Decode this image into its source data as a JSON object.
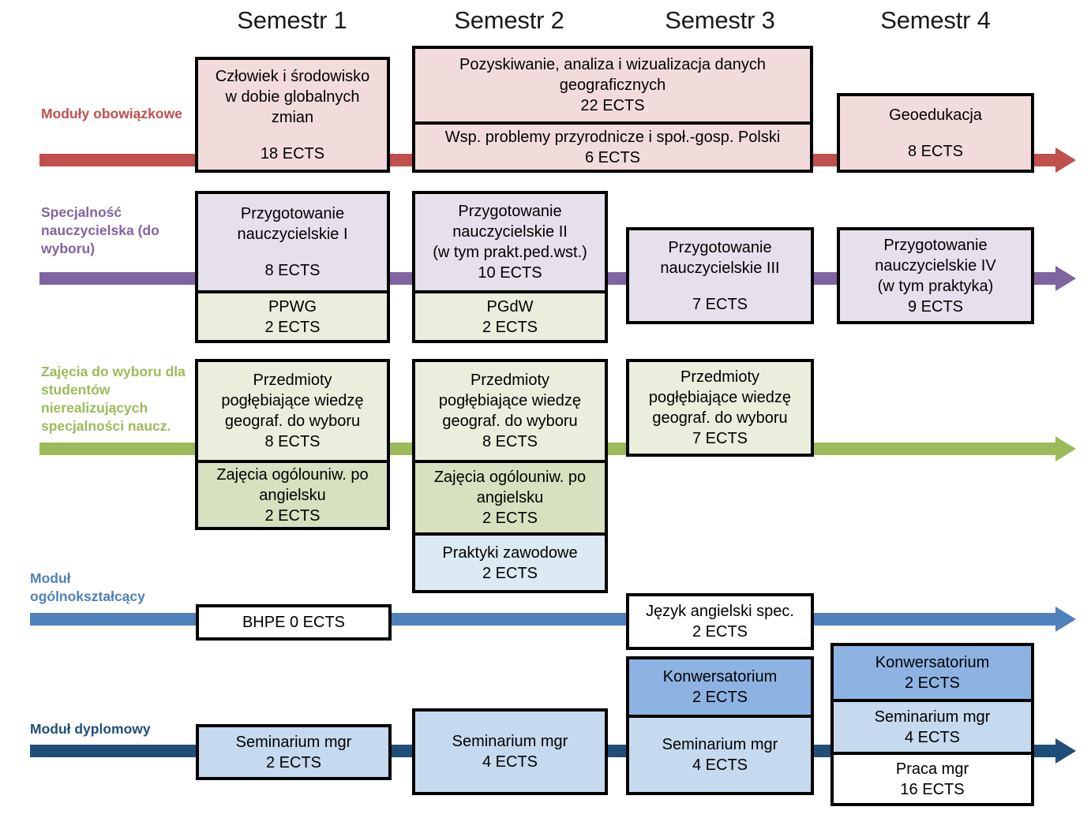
{
  "semesters": [
    {
      "label": "Semestr 1"
    },
    {
      "label": "Semestr 2"
    },
    {
      "label": "Semestr 3"
    },
    {
      "label": "Semestr 4"
    }
  ],
  "tracks": [
    {
      "id": "obowiazkowe",
      "label_line1": "Moduły",
      "label_line2": "obowiązkowe",
      "label_line3": "",
      "label_line4": "",
      "color": "#c0504d"
    },
    {
      "id": "nauczycielska",
      "label_line1": "Specjalność",
      "label_line2": "nauczycielska",
      "label_line3": "(do wyboru)",
      "label_line4": "",
      "color": "#8064a2"
    },
    {
      "id": "do-wyboru",
      "label_line1": "Zajęcia do wyboru",
      "label_line2": "dla studentów",
      "label_line3": "nierealizujących",
      "label_line4": "specjalności naucz.",
      "color": "#9bbb59"
    },
    {
      "id": "ogolnoksztalcacy",
      "label_line1": "Moduł",
      "label_line2": "ogólnokształcący",
      "label_line3": "",
      "label_line4": "",
      "color": "#4f81bd"
    },
    {
      "id": "dyplomowy",
      "label_line1": "Moduł dyplomowy",
      "label_line2": "",
      "label_line3": "",
      "label_line4": "",
      "color": "#1f4e79"
    }
  ],
  "courses": {
    "r1s1": {
      "title1": "Człowiek i środowisko",
      "title2": "w dobie globalnych",
      "title3": "zmian",
      "ects": "18 ECTS"
    },
    "r1s2a": {
      "title1": "Pozyskiwanie, analiza i wizualizacja danych",
      "title2": "geograficznych",
      "ects": "22 ECTS"
    },
    "r1s2b": {
      "title1": "Wsp. problemy przyrodnicze i społ.-gosp. Polski",
      "ects": "6 ECTS"
    },
    "r1s4": {
      "title1": "Geoedukacja",
      "ects": "8 ECTS"
    },
    "r2s1a": {
      "title1": "Przygotowanie",
      "title2": "nauczycielskie I",
      "ects": "8 ECTS"
    },
    "r2s1b": {
      "title1": "PPWG",
      "ects": "2 ECTS"
    },
    "r2s2a": {
      "title1": "Przygotowanie",
      "title2": "nauczycielskie II",
      "title3": "(w tym prakt.ped.wst.)",
      "ects": "10 ECTS"
    },
    "r2s2b": {
      "title1": "PGdW",
      "ects": "2 ECTS"
    },
    "r2s3": {
      "title1": "Przygotowanie",
      "title2": "nauczycielskie III",
      "ects": "7 ECTS"
    },
    "r2s4": {
      "title1": "Przygotowanie",
      "title2": "nauczycielskie IV",
      "title3": "(w tym praktyka)",
      "ects": "9 ECTS"
    },
    "r3s1a": {
      "title1": "Przedmioty",
      "title2": "pogłębiające wiedzę",
      "title3": "geograf. do wyboru",
      "ects": "8 ECTS"
    },
    "r3s1b": {
      "title1": "Zajęcia ogólouniw. po",
      "title2": "angielsku",
      "ects": "2 ECTS"
    },
    "r3s2a": {
      "title1": "Przedmioty",
      "title2": "pogłębiające wiedzę",
      "title3": "geograf. do wyboru",
      "ects": "8 ECTS"
    },
    "r3s2b": {
      "title1": "Zajęcia ogólouniw. po",
      "title2": "angielsku",
      "ects": "2 ECTS"
    },
    "r3s2c": {
      "title1": "Praktyki zawodowe",
      "ects": "2 ECTS"
    },
    "r3s3": {
      "title1": "Przedmioty",
      "title2": "pogłębiające wiedzę",
      "title3": "geograf. do wyboru",
      "ects": "7 ECTS"
    },
    "r4s1": {
      "title1": "BHPE 0 ECTS"
    },
    "r4s3": {
      "title1": "Język angielski spec.",
      "ects": "2 ECTS"
    },
    "r5s1": {
      "title1": "Seminarium mgr",
      "ects": "2 ECTS"
    },
    "r5s2": {
      "title1": "Seminarium mgr",
      "ects": "4 ECTS"
    },
    "r5s3a": {
      "title1": "Konwersatorium",
      "ects": "2 ECTS"
    },
    "r5s3b": {
      "title1": "Seminarium mgr",
      "ects": "4 ECTS"
    },
    "r5s4a": {
      "title1": "Konwersatorium",
      "ects": "2 ECTS"
    },
    "r5s4b": {
      "title1": "Seminarium mgr",
      "ects": "4 ECTS"
    },
    "r5s4c": {
      "title1": "Praca mgr",
      "ects": "16 ECTS"
    }
  },
  "colors": {
    "pink": "#f2dcdb",
    "purple": "#e5e0ec",
    "green_light": "#eaeedc",
    "green_mid": "#d7e0bf",
    "blue_pale": "#dbeaf3",
    "blue_light": "#c5d9ef",
    "blue_mid": "#8db3e2",
    "white": "#ffffff"
  }
}
